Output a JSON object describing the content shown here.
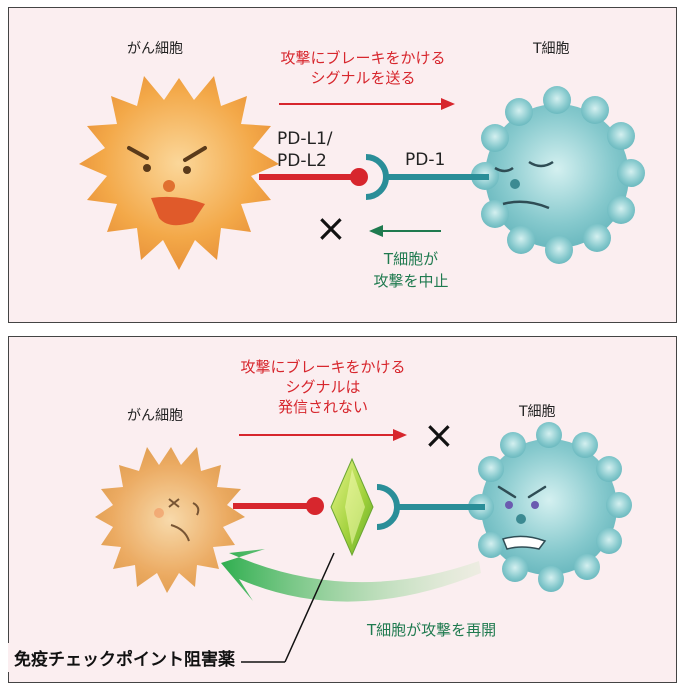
{
  "top": {
    "cancer_cell_label": "がん細胞",
    "t_cell_label": "T細胞",
    "signal_text": [
      "攻撃にブレーキをかける",
      "シグナルを送る"
    ],
    "ligand_label": [
      "PD-L1/",
      "PD-L2"
    ],
    "receptor_label": "PD-1",
    "blocked_mark": "×",
    "stop_text": [
      "T細胞が",
      "攻撃を中止"
    ]
  },
  "bottom": {
    "cancer_cell_label": "がん細胞",
    "t_cell_label": "T細胞",
    "signal_text": [
      "攻撃にブレーキをかける",
      "シグナルは",
      "発信されない"
    ],
    "blocked_mark": "×",
    "resume_text": "T細胞が攻撃を再開",
    "drug_label": "免疫チェックポイント阻害薬"
  },
  "colors": {
    "panel_bg": "#fbeef0",
    "cancer": "#f0a040",
    "tcell": "#7cc4c8",
    "red": "#d7262d",
    "teal": "#2a8e98",
    "green": "#1f7a4f",
    "drug": "#9fd03a"
  }
}
